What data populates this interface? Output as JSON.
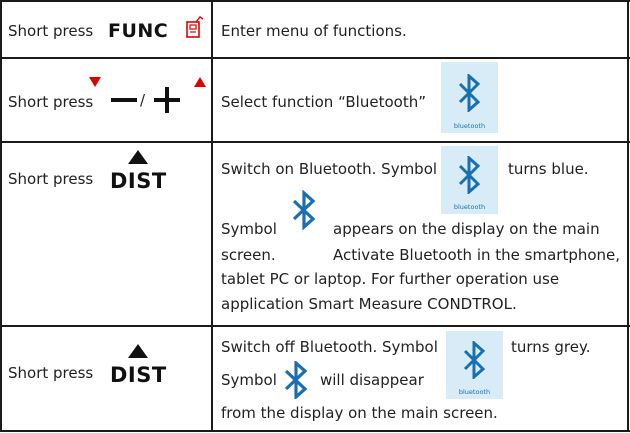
{
  "rows": [
    {
      "action": "Short press",
      "key_label": "FUNC",
      "key_icon": "func-key-icon",
      "description": "Enter menu of functions."
    },
    {
      "action": "Short press",
      "key_minus": "minus-key-icon",
      "key_separator": "/",
      "key_plus": "plus-key-icon",
      "description": "Select function “Bluetooth”",
      "badge_label": "bluetooth"
    },
    {
      "action": "Short press",
      "key_label": "DIST",
      "line1_a": "Switch on Bluetooth. Symbol",
      "badge_label": "bluetooth",
      "line1_b": "turns blue.",
      "line2_a": "Symbol",
      "line2_b": "appears on the display on the main",
      "line3_a": "screen.",
      "line3_b": "Activate Bluetooth in the smartphone,",
      "line4": "tablet PC or laptop. For further operation use",
      "line5": "application Smart Measure CONDTROL."
    },
    {
      "action": "Short press",
      "key_label": "DIST",
      "line1_a": "Switch off Bluetooth. Symbol",
      "badge_label": "bluetooth",
      "line1_b": "turns grey.",
      "line2_a": "Symbol",
      "line2_b": "will disappear",
      "line3": "from the display on the main screen."
    }
  ],
  "colors": {
    "bluetooth_blue": "#1a6fb0",
    "badge_bg": "#d7ecf7",
    "arrow_red": "#e00000",
    "border": "#1a1a1a"
  }
}
